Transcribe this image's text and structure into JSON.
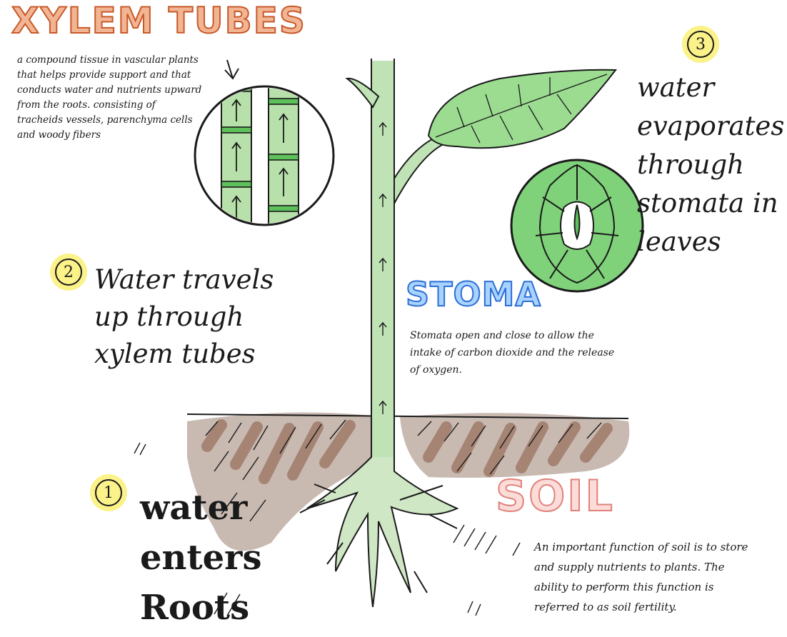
{
  "titles": {
    "xylem": "XYLEM TUBES",
    "stoma": "STOMA",
    "soil": "SOIL"
  },
  "descriptions": {
    "xylem": "a compound tissue in vascular plants that helps provide support and that conducts water and nutrients upward from the roots. consisting of tracheids vessels, parenchyma cells and woody fibers",
    "stoma": "Stomata open and close to allow the intake of carbon dioxide and the release of oxygen.",
    "soil": "An important function of soil is to store and supply nutrients to plants. The ability to perform this function is referred to as soil fertility."
  },
  "steps": [
    {
      "number": "1",
      "text": "water enters Roots"
    },
    {
      "number": "2",
      "text": "Water travels up through xylem tubes"
    },
    {
      "number": "3",
      "text": "water evaporates through stomata in leaves"
    }
  ],
  "colors": {
    "stem_green": "#bfe3b4",
    "leaf_green": "#7fd27a",
    "soil_brown": "#9a7a66",
    "highlight_yellow": "#fbf28a",
    "ink": "#1a1a1a"
  }
}
